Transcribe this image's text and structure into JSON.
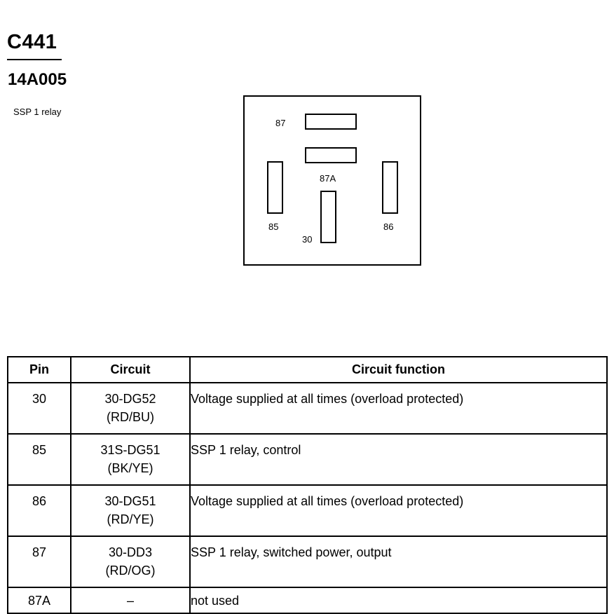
{
  "connector": {
    "id": "C441",
    "part_number": "14A005",
    "description": "SSP 1 relay",
    "pin_labels": {
      "p87": "87",
      "p87a": "87A",
      "p85": "85",
      "p86": "86",
      "p30": "30"
    }
  },
  "table": {
    "headers": [
      "Pin",
      "Circuit",
      "Circuit function"
    ],
    "rows": [
      {
        "pin": "30",
        "circuit": "30-DG52",
        "color": "(RD/BU)",
        "function": "Voltage supplied at all times (overload protected)"
      },
      {
        "pin": "85",
        "circuit": "31S-DG51",
        "color": "(BK/YE)",
        "function": "SSP 1 relay, control"
      },
      {
        "pin": "86",
        "circuit": "30-DG51",
        "color": "(RD/YE)",
        "function": "Voltage supplied at all times (overload protected)"
      },
      {
        "pin": "87",
        "circuit": "30-DD3",
        "color": "(RD/OG)",
        "function": "SSP 1 relay, switched power, output"
      },
      {
        "pin": "87A",
        "circuit": "–",
        "color": "",
        "function": "not used"
      }
    ]
  }
}
